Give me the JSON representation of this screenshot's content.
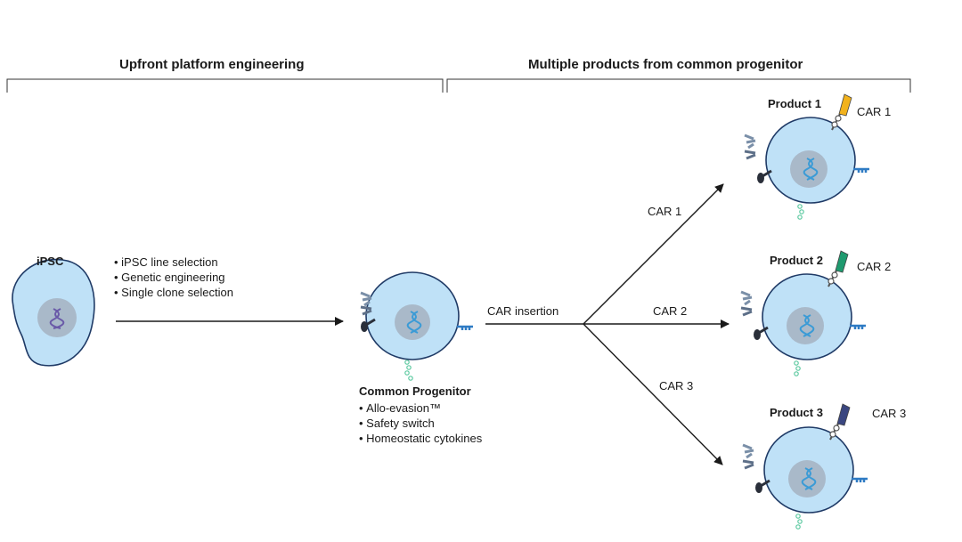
{
  "sections": {
    "left": "Upfront platform engineering",
    "right": "Multiple products from common progenitor"
  },
  "ipsc": {
    "label": "iPSC",
    "steps": [
      "iPSC line selection",
      "Genetic engineering",
      "Single clone selection"
    ]
  },
  "progenitor": {
    "title": "Common Progenitor",
    "features": [
      "Allo-evasion™",
      "Safety switch",
      "Homeostatic cytokines"
    ]
  },
  "insertion_label": "CAR insertion",
  "branches": [
    {
      "label": "CAR 1",
      "product": "Product 1",
      "car": "CAR 1",
      "car_color": "#f2b21c"
    },
    {
      "label": "CAR 2",
      "product": "Product 2",
      "car": "CAR 2",
      "car_color": "#1f9a6f"
    },
    {
      "label": "CAR 3",
      "product": "Product 3",
      "car": "CAR 3",
      "car_color": "#3a4680"
    }
  ],
  "colors": {
    "cell": "#bfe1f7",
    "cell_outline": "#1f3a66",
    "nucleus": "#a9b9c9",
    "dna": "#3b9bd6",
    "receptor": "#2e7bc4",
    "cytokine": "#5cc9a0"
  }
}
